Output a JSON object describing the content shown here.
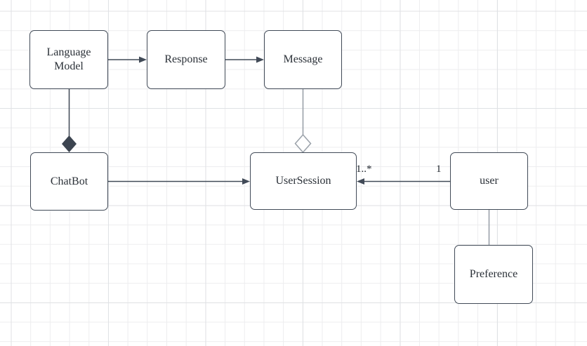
{
  "canvas": {
    "background": "#ffffff",
    "grid_minor_color": "#ededef",
    "grid_major_color": "#e0e2e5",
    "stroke_color": "#414a57",
    "light_stroke_color": "#9aa1a9",
    "text_color": "#2b3138"
  },
  "nodes": [
    {
      "id": "language-model",
      "label": "Language\nModel"
    },
    {
      "id": "response",
      "label": "Response"
    },
    {
      "id": "message",
      "label": "Message"
    },
    {
      "id": "chatbot",
      "label": "ChatBot"
    },
    {
      "id": "user-session",
      "label": "UserSession"
    },
    {
      "id": "user",
      "label": "user"
    },
    {
      "id": "preference",
      "label": "Preference"
    }
  ],
  "edges": [
    {
      "from": "Language Model",
      "to": "Response",
      "style": "arrow"
    },
    {
      "from": "Response",
      "to": "Message",
      "style": "arrow"
    },
    {
      "from": "Language Model",
      "to": "ChatBot",
      "style": "composition-filled-diamond"
    },
    {
      "from": "Message",
      "to": "UserSession",
      "style": "aggregation-hollow-diamond"
    },
    {
      "from": "ChatBot",
      "to": "UserSession",
      "style": "arrow"
    },
    {
      "from": "user",
      "to": "UserSession",
      "style": "arrow",
      "source_label": "1",
      "target_label": "1..*"
    },
    {
      "from": "user",
      "to": "Preference",
      "style": "plain-line"
    }
  ]
}
